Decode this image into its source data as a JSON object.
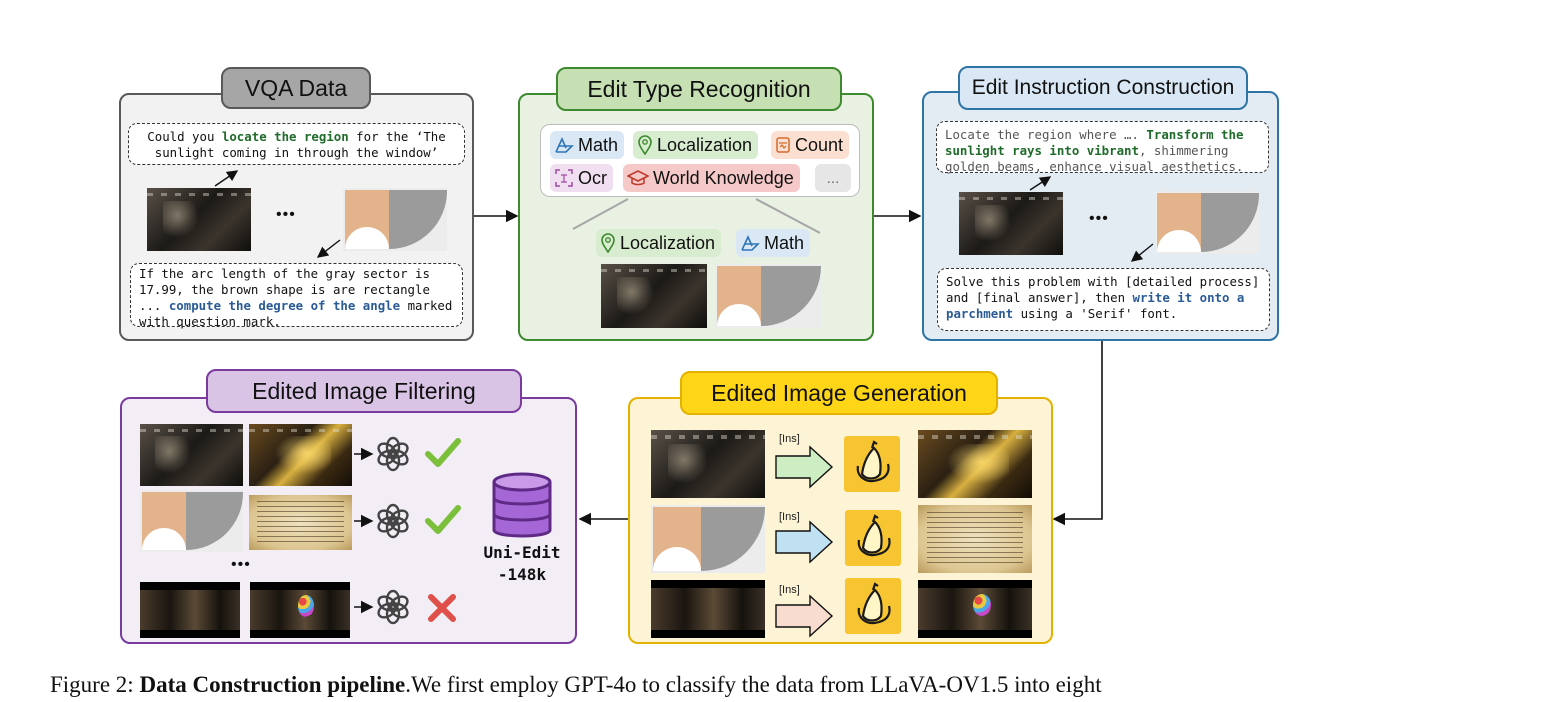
{
  "panels": {
    "vqa": {
      "title": "VQA Data",
      "top_text": {
        "p1": "Could you ",
        "hl": "locate the region",
        "p2": " for the ‘The sunlight coming in through the window’"
      },
      "ellipsis": "•••",
      "bottom_text": {
        "p1": "If the arc length of the gray sector is 17.99, the brown shape is are rectangle ... ",
        "hl": "compute the degree of the angle",
        "p2": " marked with question mark."
      }
    },
    "recognition": {
      "title": "Edit Type Recognition",
      "types": [
        {
          "label": "Math",
          "icon": "triangle-icon"
        },
        {
          "label": "Localization",
          "icon": "location-pin-icon"
        },
        {
          "label": "Count",
          "icon": "counter-icon"
        },
        {
          "label": "Ocr",
          "icon": "ocr-scan-icon"
        },
        {
          "label": "World Knowledge",
          "icon": "graduation-cap-icon"
        },
        {
          "label": "..."
        }
      ],
      "selected": [
        {
          "label": "Localization",
          "icon": "location-pin-icon"
        },
        {
          "label": "Math",
          "icon": "triangle-icon"
        }
      ]
    },
    "instruction": {
      "title": "Edit Instruction Construction",
      "top_text": {
        "p1": "Locate the region where …. ",
        "hl": "Transform the sunlight rays into vibrant",
        "p2": ", shimmering golden beams, enhance visual aesthetics."
      },
      "ellipsis": "•••",
      "bottom_text": {
        "p1": "Solve this problem with [detailed process] and [final answer], then ",
        "hl": "write it onto a parchment",
        "p2": " using a 'Serif' font."
      }
    },
    "generation": {
      "title": "Edited Image Generation",
      "ins_label": "[Ins]"
    },
    "filtering": {
      "title": "Edited Image Filtering",
      "ellipsis": "•••",
      "results": [
        {
          "icon": "check-icon",
          "pass": true
        },
        {
          "icon": "check-icon",
          "pass": true
        },
        {
          "icon": "cross-icon",
          "pass": false
        }
      ],
      "dataset_line1": "Uni-Edit",
      "dataset_line2": "-148k"
    }
  },
  "colors": {
    "vqa": "#595959",
    "vqa_tag": "#a6a6a6",
    "vqa_bg": "#f2f2f2",
    "rec": "#3e8a2e",
    "rec_tag": "#c6e0b4",
    "rec_bg": "#e9f1e2",
    "ins": "#2e75a6",
    "ins_tag": "#dae8f6",
    "ins_bg": "#e3ebf3",
    "gen": "#e3b200",
    "gen_tag": "#ffd517",
    "gen_bg": "#fdf3d5",
    "fil": "#7a3b9e",
    "fil_tag": "#d9c4e6",
    "fil_bg": "#f3eef6"
  },
  "caption": {
    "prefix": "Figure 2: ",
    "bold": "Data Construction pipeline",
    "rest": ".We first employ GPT-4o to classify the data from LLaVA-OV1.5 into eight"
  }
}
